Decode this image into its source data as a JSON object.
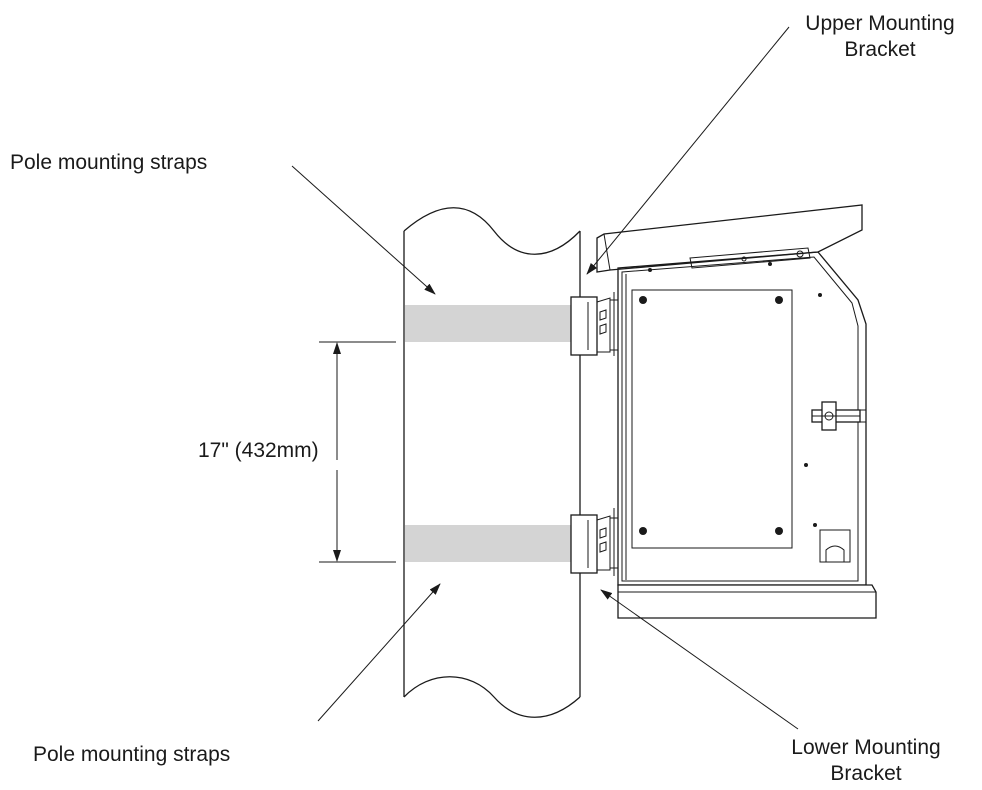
{
  "labels": {
    "upper_bracket_line1": "Upper Mounting",
    "upper_bracket_line2": "Bracket",
    "pole_straps_top": "Pole mounting straps",
    "dimension": "17\" (432mm)",
    "pole_straps_bottom": "Pole mounting straps",
    "lower_bracket_line1": "Lower Mounting",
    "lower_bracket_line2": "Bracket"
  },
  "colors": {
    "line": "#1a1a1a",
    "strap": "#d4d4d4",
    "background": "#ffffff"
  }
}
